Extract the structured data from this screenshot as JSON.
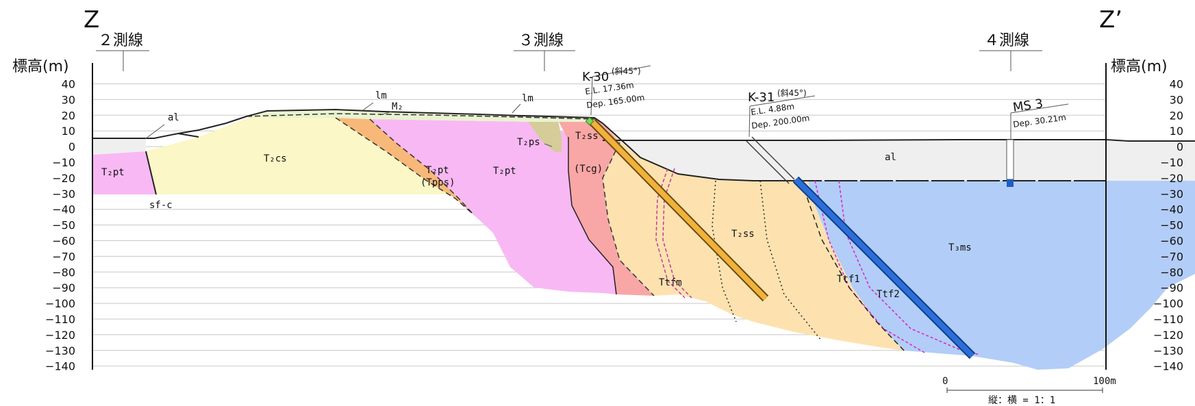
{
  "section": {
    "left_label": "Z",
    "right_label": "Z’",
    "left_axis_title": "標高(m)",
    "right_axis_title": "標高(m)",
    "y_ticks": [
      40,
      30,
      20,
      10,
      0,
      -10,
      -20,
      -30,
      -40,
      -50,
      -60,
      -70,
      -80,
      -90,
      -100,
      -110,
      -120,
      -130,
      -140
    ],
    "survey_lines": [
      "２測線",
      "３測線",
      "４測線"
    ],
    "scale": {
      "start": "0",
      "end": "100m",
      "ratio": "縦：横 = 1：1"
    }
  },
  "units": {
    "al_left": "al",
    "al_right": "al",
    "lm_1": "lm",
    "lm_2": "lm",
    "m2": "M₂",
    "t2pt_left": "T₂pt",
    "sf_c": "sf-c",
    "t2cs": "T₂cs",
    "t2pt_tpps_1": "T₂pt",
    "t2pt_tpps_2": "(Tpps)",
    "t2pt_mid": "T₂pt",
    "t2ps": "T₂ps",
    "t2ss_tcg_1": "T₂ss",
    "t2ss_tcg_2": "(Tcg)",
    "t2ss": "T₂ss",
    "ttfm": "Ttfm",
    "ttf1": "Ttf1",
    "ttf2": "Ttf2",
    "t3ms": "T₃ms"
  },
  "boreholes": [
    {
      "name": "K-30",
      "incl": "(斜45°)",
      "el": "E.L. 17.36m",
      "dep": "Dep. 165.00m"
    },
    {
      "name": "K-31",
      "incl": "(斜45°)",
      "el": "E.L. 4.88m",
      "dep": "Dep. 200.00m"
    },
    {
      "name": "MS 3",
      "dep": "Dep. 30.21m"
    }
  ]
}
